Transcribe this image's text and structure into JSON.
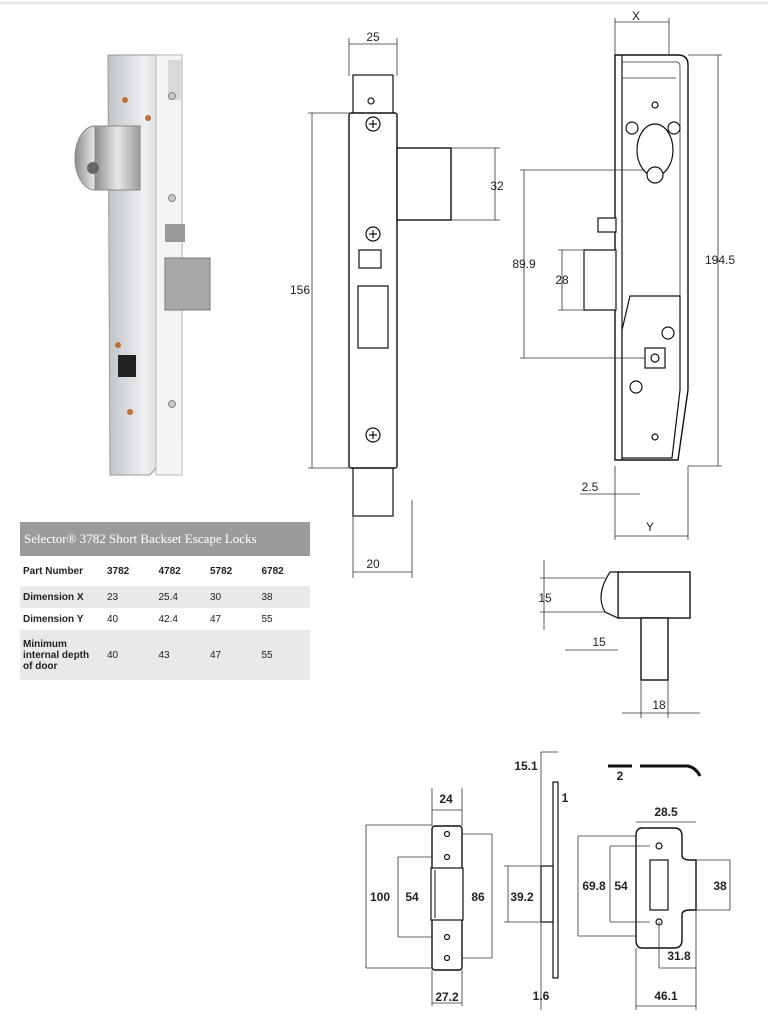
{
  "table": {
    "title": "Selector® 3782 Short Backset Escape Locks",
    "columns": [
      "Part Number",
      "3782",
      "4782",
      "5782",
      "6782"
    ],
    "rows": [
      {
        "label": "Dimension X",
        "values": [
          "23",
          "25.4",
          "30",
          "38"
        ]
      },
      {
        "label": "Dimension Y",
        "values": [
          "40",
          "42.4",
          "47",
          "55"
        ]
      },
      {
        "label": "Minimum internal depth of door",
        "values": [
          "40",
          "43",
          "47",
          "55"
        ]
      }
    ]
  },
  "front_view": {
    "width_top": "25",
    "height": "156",
    "bolt": "32",
    "width_bottom": "20"
  },
  "side_view": {
    "x_label": "X",
    "y_label": "Y",
    "height": "194.5",
    "spindle": "89.9",
    "latch": "28",
    "offset": "2.5"
  },
  "latch_view": {
    "depth": "15",
    "projection": "15",
    "width": "18"
  },
  "strike_plate": {
    "width_top": "24",
    "height_total": "100",
    "opening": "54",
    "height_right": "86",
    "width_bottom": "27.2"
  },
  "strike_side": {
    "depth": "15.1",
    "thickness": "1",
    "lip": "39.2",
    "bottom": "1.6"
  },
  "strike_alt": {
    "thickness": "2",
    "width_top": "28.5",
    "height": "69.8",
    "opening": "54",
    "lip": "38",
    "hole_spacing": "31.8",
    "width_bottom": "46.1"
  }
}
